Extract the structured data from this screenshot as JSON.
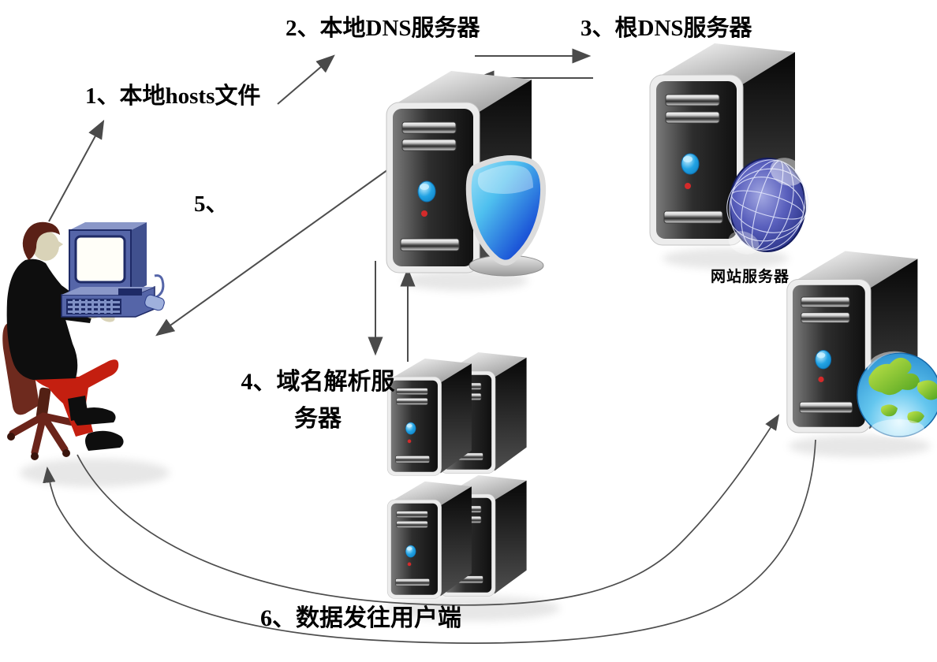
{
  "diagram": {
    "labels": {
      "step1": "1、本地hosts文件",
      "step2": "2、本地DNS服务器",
      "step3": "3、根DNS服务器",
      "step4_line1": "4、域名解析服",
      "step4_line2": "务器",
      "step5": "5、",
      "step6": "6、数据发往用户端",
      "web_server": "网站服务器"
    },
    "nodes": [
      {
        "id": "user-workstation",
        "icon": "person-at-computer"
      },
      {
        "id": "local-dns-server",
        "icon": "server-tower-with-shield"
      },
      {
        "id": "root-dns-server",
        "icon": "server-tower-with-wireframe-globe"
      },
      {
        "id": "resolver-cluster",
        "icon": "server-tower-group-of-4"
      },
      {
        "id": "web-server",
        "icon": "server-tower-with-earth-globe",
        "label": "网站服务器"
      }
    ],
    "edges": [
      {
        "from": "user-workstation",
        "to": "local-hosts-label",
        "style": "straight-arrow"
      },
      {
        "from": "local-hosts-label",
        "to": "local-dns-server",
        "style": "straight-arrow"
      },
      {
        "from": "local-dns-server",
        "to": "root-dns-server",
        "style": "straight-arrow"
      },
      {
        "from": "root-dns-server",
        "to": "local-dns-server",
        "style": "straight-arrow"
      },
      {
        "from": "local-dns-server",
        "to": "resolver-cluster",
        "style": "straight-arrow"
      },
      {
        "from": "resolver-cluster",
        "to": "local-dns-server",
        "style": "straight-arrow"
      },
      {
        "from": "local-dns-server",
        "to": "user-workstation",
        "style": "straight-arrow"
      },
      {
        "from": "user-workstation",
        "to": "web-server",
        "style": "curved-arrow"
      },
      {
        "from": "web-server",
        "to": "user-workstation",
        "style": "curved-arrow"
      }
    ],
    "colors": {
      "text": "#000000",
      "arrow": "#4d4d4d",
      "server_front": "#1c1c1c",
      "server_frame": "#ececec",
      "power_button": "#2fb0e8",
      "led_red": "#d42a2a",
      "shield_blue": "#1d58d8",
      "dns_globe_blue": "#1c2578",
      "earth_blue": "#1f86cc",
      "earth_green": "#5fae25",
      "pants_red": "#c41f10",
      "chair_maroon": "#6e2a1e",
      "computer_blue": "#5565a8"
    }
  }
}
